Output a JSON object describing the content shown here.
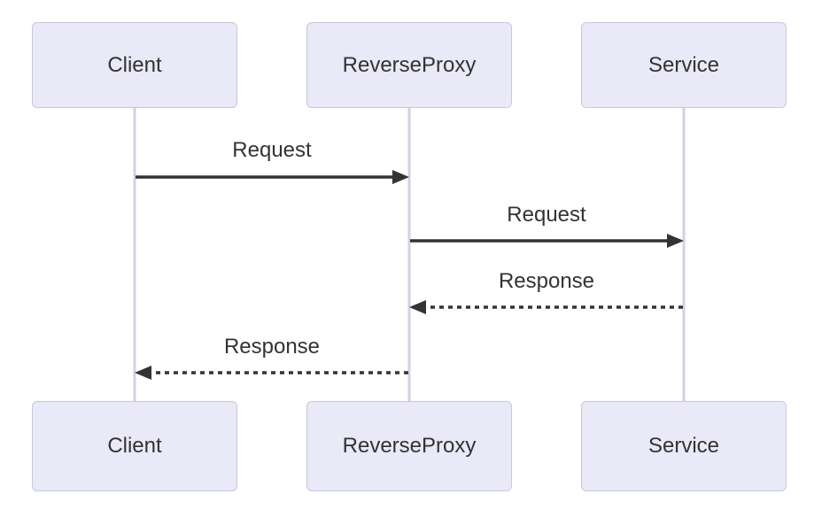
{
  "diagram": {
    "type": "sequence-diagram",
    "participants": [
      {
        "id": "client",
        "label": "Client"
      },
      {
        "id": "reverseproxy",
        "label": "ReverseProxy"
      },
      {
        "id": "service",
        "label": "Service"
      }
    ],
    "messages": [
      {
        "from": "Client",
        "to": "ReverseProxy",
        "label": "Request",
        "line_style": "solid"
      },
      {
        "from": "ReverseProxy",
        "to": "Service",
        "label": "Request",
        "line_style": "solid"
      },
      {
        "from": "Service",
        "to": "ReverseProxy",
        "label": "Response",
        "line_style": "dashed"
      },
      {
        "from": "ReverseProxy",
        "to": "Client",
        "label": "Response",
        "line_style": "dashed"
      }
    ],
    "colors": {
      "background": "#ffffff",
      "box_fill": "#e9e9f8",
      "box_border": "#c8c8de",
      "lifeline": "#d6cee8",
      "arrow": "#333333",
      "text": "#333333"
    }
  }
}
